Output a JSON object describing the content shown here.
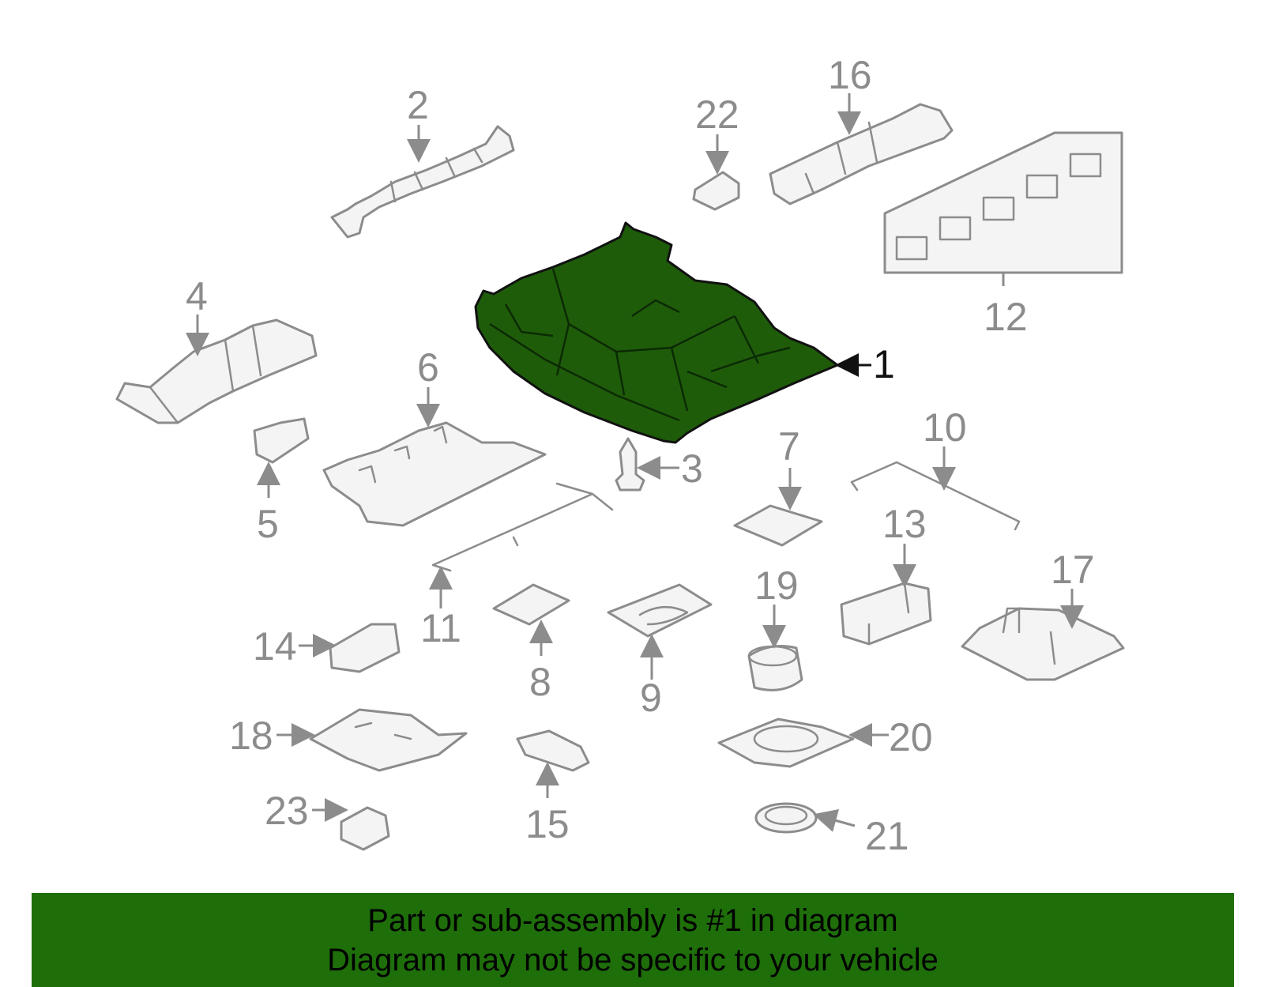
{
  "callouts": {
    "c1": "1",
    "c2": "2",
    "c3": "3",
    "c4": "4",
    "c5": "5",
    "c6": "6",
    "c7": "7",
    "c8": "8",
    "c9": "9",
    "c10": "10",
    "c11": "11",
    "c12": "12",
    "c13": "13",
    "c14": "14",
    "c15": "15",
    "c16": "16",
    "c17": "17",
    "c18": "18",
    "c19": "19",
    "c20": "20",
    "c21": "21",
    "c22": "22",
    "c23": "23"
  },
  "highlighted_part": "1",
  "colors": {
    "highlight": "#1e5c0a",
    "banner": "#1e6e0a",
    "line": "#8c8c8c"
  },
  "banner": {
    "line1": "Part or sub-assembly is #1 in diagram",
    "line2": "Diagram may not be specific to your vehicle"
  }
}
